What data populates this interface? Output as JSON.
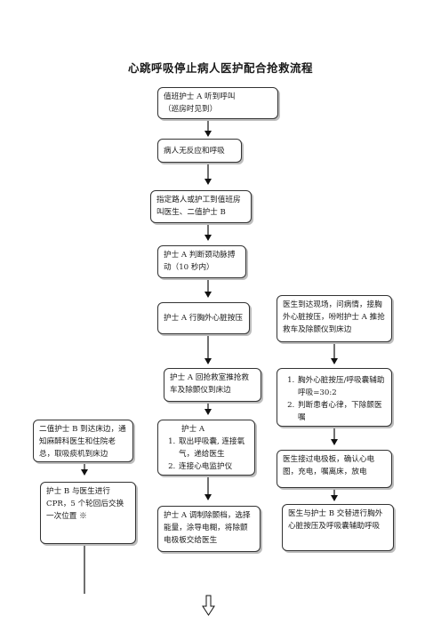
{
  "title": "心跳呼吸停止病人医护配合抢救流程",
  "center_column": {
    "step1": {
      "line1": "值班护士 A 听到呼叫",
      "line2": "（巡房时见到）"
    },
    "step2": "病人无反应和呼吸",
    "step3": "指定路人或护工到值班房叫医生、二值护士 B",
    "step4": "护士 A 判断颈动脉搏动（10 秒内）",
    "step5": "护士 A 行胸外心脏按压",
    "step6": "护士 A 回抢救室推抢救车及除颤仪到床边",
    "step7": {
      "heading": "护士 A",
      "items": [
        "取出呼吸囊, 连接氧气，递给医生",
        "连接心电监护仪"
      ]
    },
    "step8": "护士 A 调制除颤档，选择能量，涂导电糊，将除颤电极板交给医生"
  },
  "right_column": {
    "doctor_arrives": "医生到达现场，问病情，接胸外心脏按压，吩咐护士 A 推抢救车及除颤仪到床边",
    "doctor_actions": [
      "胸外心脏按压/呼吸囊辅助呼吸=30:2",
      "判断患者心律，下除颤医嘱"
    ],
    "defib": "医生接过电极板，确认心电图，充电，嘱离床，放电",
    "swap": "医生与护士 B 交替进行胸外心脏按压及呼吸囊辅助呼吸"
  },
  "left_column": {
    "nurse_b_arrives": "二值护士 B 到达床边，通知麻醉科医生和住院老总，取吸痰机到床边",
    "nurse_b_cpr": "护士 B 与医生进行 CPR，5 个轮回后交换一次位置 ※"
  }
}
